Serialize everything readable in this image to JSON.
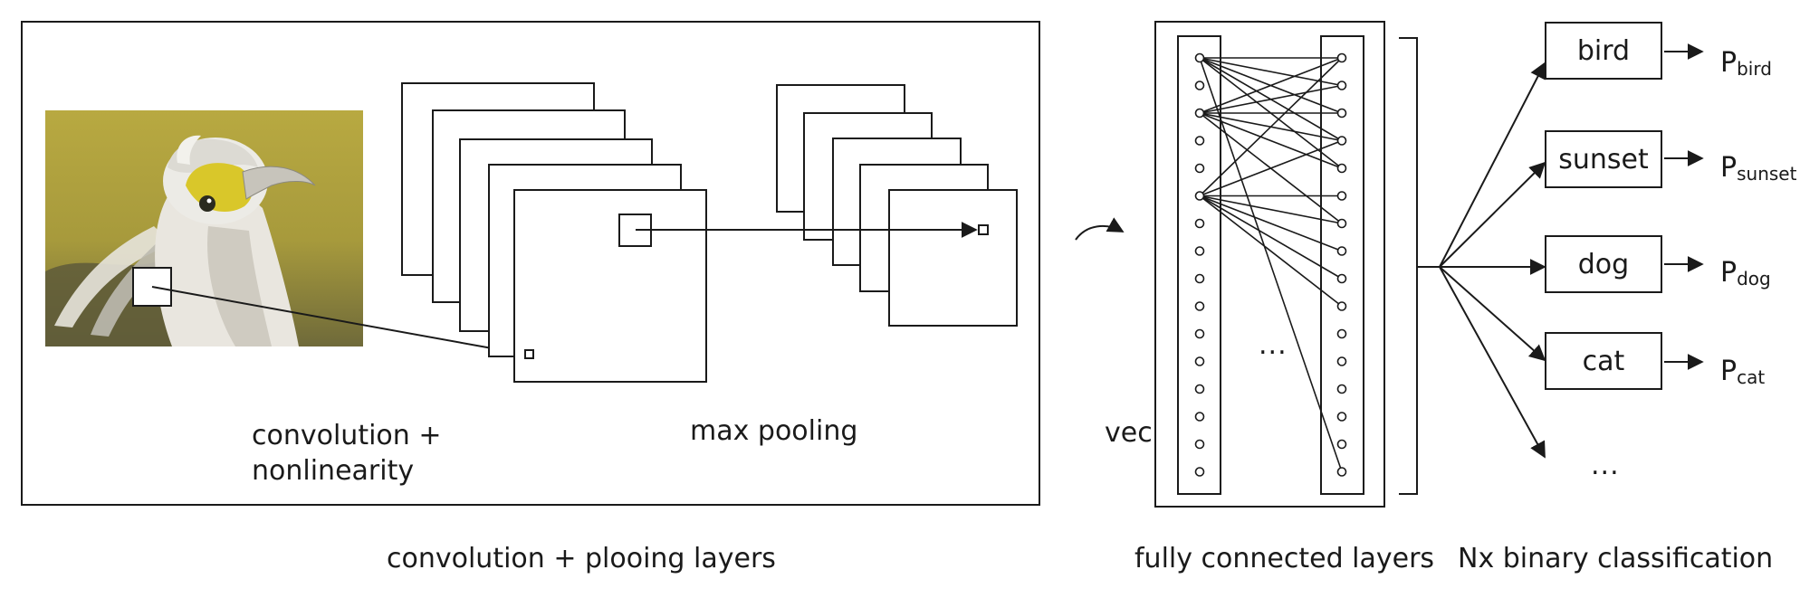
{
  "conv_section": {
    "conv_label_line1": "convolution +",
    "conv_label_line2": "nonlinearity",
    "pool_label": "max pooling",
    "caption": "convolution + plooing layers"
  },
  "fc_section": {
    "vec_label": "vec",
    "ellipsis": "...",
    "caption": "fully connected layers"
  },
  "classification": {
    "caption": "Nx binary classification",
    "classes": [
      {
        "label": "bird",
        "p_main": "P",
        "p_sub": "bird"
      },
      {
        "label": "sunset",
        "p_main": "P",
        "p_sub": "sunset"
      },
      {
        "label": "dog",
        "p_main": "P",
        "p_sub": "dog"
      },
      {
        "label": "cat",
        "p_main": "P",
        "p_sub": "cat"
      }
    ],
    "more": "..."
  },
  "colors": {
    "stroke": "#1a1a1a",
    "photo_bg": "#b3a43f",
    "photo_bg_dark": "#8f8533"
  }
}
